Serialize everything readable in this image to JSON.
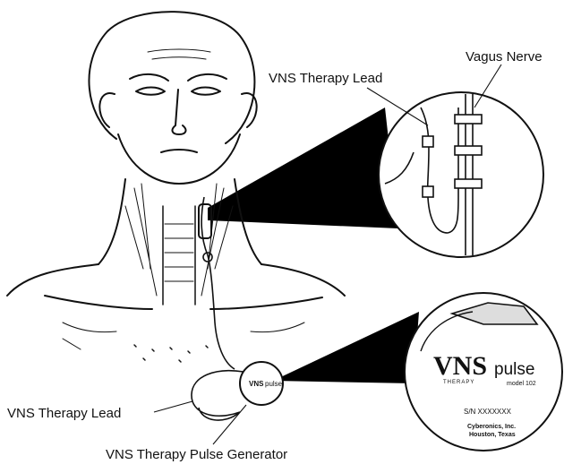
{
  "labels": {
    "vagus_nerve": "Vagus Nerve",
    "lead_top": "VNS Therapy Lead",
    "lead_bottom": "VNS Therapy Lead",
    "pulse_generator": "VNS Therapy Pulse Generator"
  },
  "device": {
    "brand_vns": "VNS",
    "brand_therapy": "THERAPY",
    "brand_pulse": "pulse",
    "model": "model 102",
    "serial": "S/N XXXXXXX",
    "maker_line1": "Cyberonics, Inc.",
    "maker_line2": "Houston, Texas",
    "small_badge_vns": "VNS",
    "small_badge_pulse": "pulse"
  },
  "colors": {
    "ink": "#111111",
    "background": "#ffffff",
    "callout_fill": "#000000"
  }
}
